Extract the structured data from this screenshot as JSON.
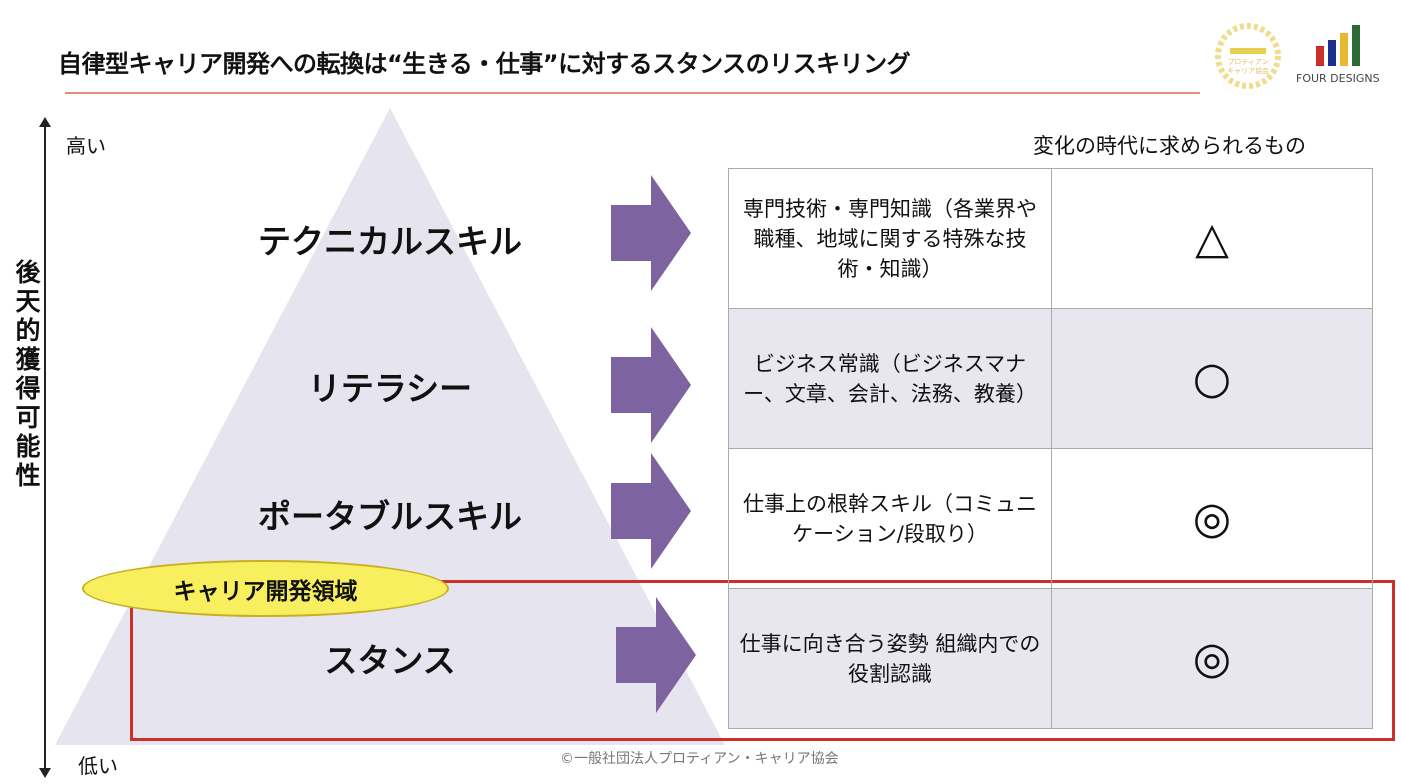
{
  "title": "自律型キャリア開発への転換は“生きる・仕事”に対するスタンスのリスキリング",
  "axis": {
    "high": "高い",
    "low": "低い",
    "label": "後天的獲得可能性"
  },
  "pyramid": [
    "テクニカルスキル",
    "リテラシー",
    "ポータブルスキル",
    "スタンス"
  ],
  "table_header": "変化の時代に求められるもの",
  "rows": [
    {
      "text": "専門技術・専門知識（各業界や職種、地域に関する特殊な技術・知識）",
      "symbol": "△"
    },
    {
      "text": "ビジネス常識（ビジネスマナー、文章、会計、法務、教養）",
      "symbol": "○"
    },
    {
      "text": "仕事上の根幹スキル（コミュニケーション/段取り）",
      "symbol": "◎"
    },
    {
      "text": "仕事に向き合う姿勢 組織内での役割認識",
      "symbol": "◎"
    }
  ],
  "highlight_label": "キャリア開発領域",
  "footer": "©一般社団法人プロティアン・キャリア協会",
  "logos": {
    "association": "プロティアンキャリア協会",
    "company": "FOUR DESIGNS"
  },
  "colors": {
    "arrow": "#7d64a0",
    "pyramid": "#e6e4ee",
    "highlight": "#c8322a",
    "ellipse": "#f7ef5e"
  }
}
